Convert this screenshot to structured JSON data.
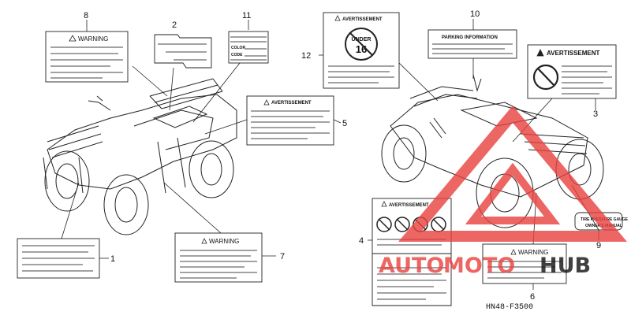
{
  "diagram": {
    "code": "HN48-F3500",
    "watermark": {
      "part1": "AUTO",
      "part2": "MOTO",
      "part3": "HUB",
      "color": "#e8403e"
    },
    "callouts": [
      "1",
      "2",
      "3",
      "4",
      "5",
      "6",
      "7",
      "8",
      "9",
      "10",
      "11",
      "12"
    ],
    "labels": {
      "warning": "WARNING",
      "avertissement": "AVERTISSEMENT",
      "parking": "PARKING INFORMATION",
      "under16_1": "UNDER",
      "under16_2": "16",
      "color": "COLOR",
      "code": "CODE",
      "tire1": "TIRE PRESSURE GAUGE",
      "tire2": "OWNER'S MANUAL"
    }
  },
  "colors": {
    "line": "#222222",
    "watermark": "#e8403e"
  }
}
